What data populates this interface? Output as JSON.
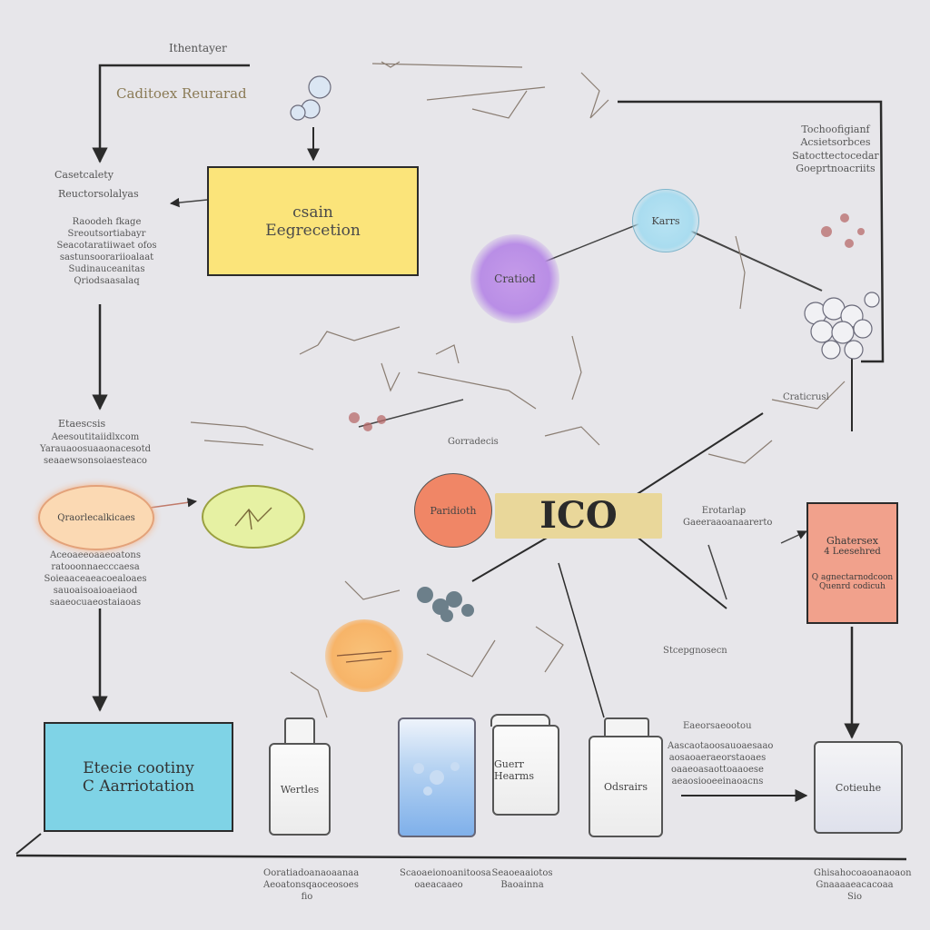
{
  "top": {
    "header_label": "Ithentayer",
    "side_label": "Caditoex   Reurarad"
  },
  "boxes": {
    "yellow": {
      "line1": "csain",
      "line2": "Eegrecetion",
      "color": "#fbe47a"
    },
    "ico": {
      "label": "ICO",
      "color": "#e9d79a"
    },
    "blue": {
      "line1": "Etecie cootiny",
      "line2": "C Aarriotation",
      "color": "#7fd3e6"
    },
    "salmon": {
      "line1": "Ghatersex",
      "line2": "4 Leesehred",
      "line3": "Q agnectarnodcoon",
      "line4": "Quenrd codicuh",
      "color": "#f1a18c"
    },
    "final": {
      "label": "Cotieuhe"
    }
  },
  "nodes": {
    "purple": {
      "label": "Cratiod",
      "color": "#b98ee6"
    },
    "blue": {
      "label": "Karrs",
      "color": "#a9dcef"
    },
    "orange": {
      "label": "Paridioth",
      "color": "#f08666"
    },
    "oval_left": {
      "label": "Qraorlecalkicaes",
      "color": "#fbd9b3"
    },
    "oval_green": {
      "color": "#e6f1a3"
    },
    "peach": {
      "color": "#f9c27a"
    }
  },
  "left_notes": {
    "top": {
      "title": "Casetcalety",
      "line": "Reuctorsolalyas",
      "lines": [
        "Raoodeh fkage",
        "Sreoutsortiabayr",
        "Seacotaratiiwaet ofos",
        "sastunsoorariioalaat",
        "Sudinauceanitas",
        "Qriodsaasalaq"
      ]
    },
    "middle": {
      "title": "Etaescsis",
      "lines": [
        "Aeesoutitaiidlxcom",
        "Yarauaoosuaaonacesotd",
        "seaaewsonsoiaesteaco"
      ]
    },
    "lower": {
      "lines": [
        "Aceoaeeoaaeoatons",
        "ratooonnaecccaesa",
        "Soieaaceaeacoealoaes",
        "sauoaisoaioaeiaod",
        "saaeocuaeostaiaoas"
      ]
    }
  },
  "right_notes": {
    "top": {
      "lines": [
        "Tochoofigianf",
        "Acsietsorbces",
        "Satocttectocedar",
        "Goeprtnoacriits"
      ]
    },
    "mid": {
      "label": "Craticrusl"
    },
    "ico_right": {
      "lines": [
        "Erotarlap",
        "Gaeeraaoanaarerto"
      ]
    },
    "lower": {
      "title": "Eaeorsaeootou",
      "lines": [
        "Aascaotaoosauoaesaao",
        "aosaoaeraeorstaoaes",
        "oaaeoasaottoaaoese",
        "aeaosiooeeinaoacns"
      ]
    }
  },
  "center_labels": {
    "gonads": "Gorradecis",
    "stepgrow": "Stcepgnosecn"
  },
  "bottles": [
    {
      "label": "Wertles"
    },
    {
      "label": ""
    },
    {
      "label": "Guerr Hearms"
    },
    {
      "label": "Odsrairs"
    }
  ],
  "bottom_captions": [
    {
      "lines": [
        "Ooratiadoanaoaanaa",
        "Aeoatonsqaoceosoes",
        "fio"
      ]
    },
    {
      "lines": [
        "Scaoaeionoanitoosa",
        "oaeacaaeo"
      ]
    },
    {
      "lines": [
        "Seaoeaaiotos",
        "Baoainna"
      ]
    },
    {
      "lines": [
        "Ghisahocoaoanaoaon",
        "Gnaaaaeacacoaa",
        "Sio"
      ]
    }
  ]
}
